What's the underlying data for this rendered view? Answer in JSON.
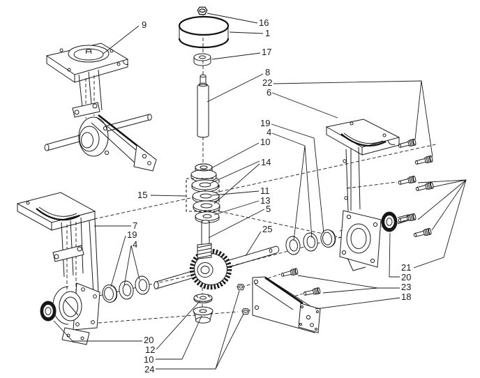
{
  "figure": {
    "kind": "exploded-parts-diagram",
    "background_color": "#ffffff",
    "line_color": "#1b1b1b"
  },
  "callouts": {
    "n16": "16",
    "n1": "1",
    "n17": "17",
    "n8": "8",
    "n22": "22",
    "n6": "6",
    "n9": "9",
    "n19r": "19",
    "n4r": "4",
    "n10a": "10",
    "n14": "14",
    "n15": "15",
    "n11": "11",
    "n13": "13",
    "n5": "5",
    "n7": "7",
    "n19l": "19",
    "n4l": "4",
    "n25": "25",
    "n21": "21",
    "n20r": "20",
    "n23": "23",
    "n18": "18",
    "n20l": "20",
    "n12": "12",
    "n10b": "10",
    "n24": "24"
  }
}
